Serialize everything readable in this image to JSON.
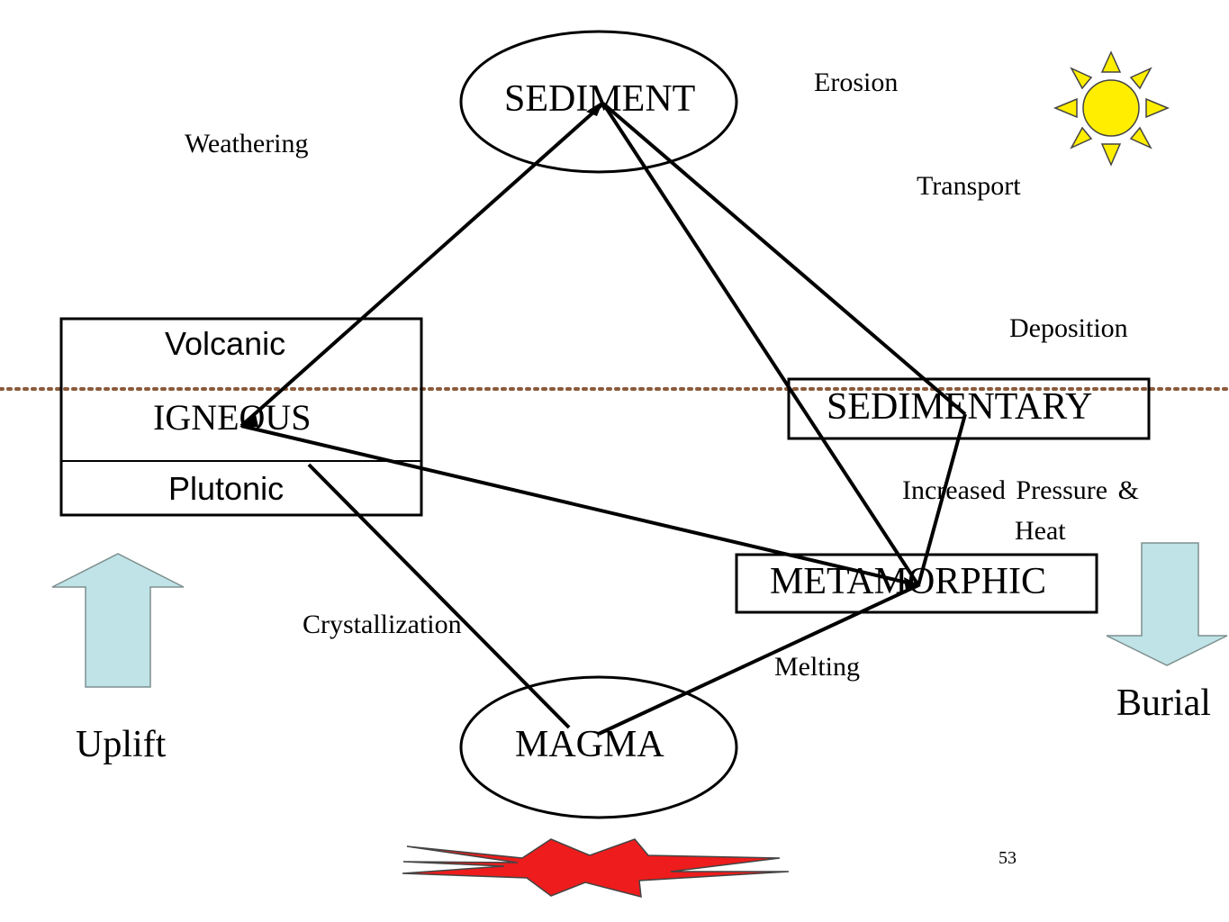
{
  "nodes": {
    "sediment": "SEDIMENT",
    "sedimentary": "SEDIMENTARY",
    "metamorphic": "METAMORPHIC",
    "magma": "MAGMA",
    "igneous": "IGNEOUS",
    "volcanic": "Volcanic",
    "plutonic": "Plutonic"
  },
  "processes": {
    "weathering": "Weathering",
    "erosion": "Erosion",
    "transport": "Transport",
    "deposition": "Deposition",
    "pressure_heat_line1": "Increased Pressure &",
    "pressure_heat_line2": "Heat",
    "crystallization": "Crystallization",
    "melting": "Melting"
  },
  "arrows": {
    "uplift": "Uplift",
    "burial": "Burial"
  },
  "page_number": "53",
  "colors": {
    "arrow_fill": "#bfe3e6",
    "sun_fill": "#ffee00",
    "sun_ray_fill": "#ffffcc",
    "heat_fill": "#ee1c1c",
    "surface_line": "#8b5a3c"
  },
  "icons": {
    "sun": "sun-icon",
    "heat": "heat-burst-icon",
    "uplift": "up-arrow-icon",
    "burial": "down-arrow-icon"
  }
}
